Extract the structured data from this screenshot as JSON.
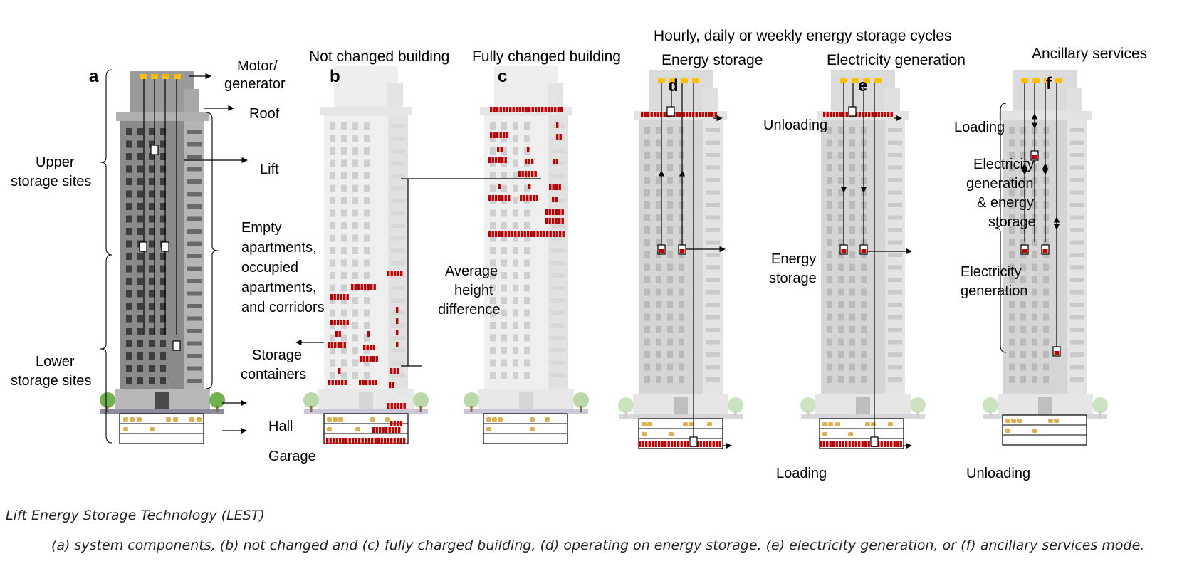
{
  "header": {
    "cycles_title": "Hourly, daily or weekly energy storage cycles"
  },
  "panels": {
    "a": {
      "letter": "a"
    },
    "b": {
      "letter": "b",
      "title": "Not changed building"
    },
    "c": {
      "letter": "c",
      "title": "Fully changed building"
    },
    "d": {
      "letter": "d",
      "title": "Energy storage"
    },
    "e": {
      "letter": "e",
      "title": "Electricity generation"
    },
    "f": {
      "letter": "f",
      "title": "Ancillary services"
    }
  },
  "labels": {
    "motor_line1": "Motor/",
    "motor_line2": "generator",
    "roof": "Roof",
    "upper_line1": "Upper",
    "upper_line2": "storage sites",
    "lift": "Lift",
    "empty_line1": "Empty",
    "empty_line2": "apartments,",
    "empty_line3": "occupied",
    "empty_line4": "apartments,",
    "empty_line5": "and corridors",
    "lower_line1": "Lower",
    "lower_line2": "storage sites",
    "storage_line1": "Storage",
    "storage_line2": "containers",
    "hall": "Hall",
    "garage": "Garage",
    "avg_line1": "Average",
    "avg_line2": "height",
    "avg_line3": "difference",
    "d_unloading": "Unloading",
    "d_energy_line1": "Energy",
    "d_energy_line2": "storage",
    "d_loading": "Loading",
    "e_loading": "Loading",
    "e_gen_line1": "Electricity",
    "e_gen_line2": "generation",
    "e_unloading": "Unloading",
    "f_line1": "Electricity",
    "f_line2": "generation",
    "f_line3": "& energy",
    "f_line4": "storage"
  },
  "caption": {
    "line1": "Lift Energy Storage Technology (LEST)",
    "line2": "(a) system components, (b) not changed and (c) fully charged building, (d) operating on energy storage, (e) electricity generation, or (f) ancillary services mode."
  },
  "colors": {
    "container_red": "#c00000",
    "motor_yellow": "#ffc000",
    "building_dark": "#6e6e6e",
    "building_light": "#dcdcdc"
  }
}
